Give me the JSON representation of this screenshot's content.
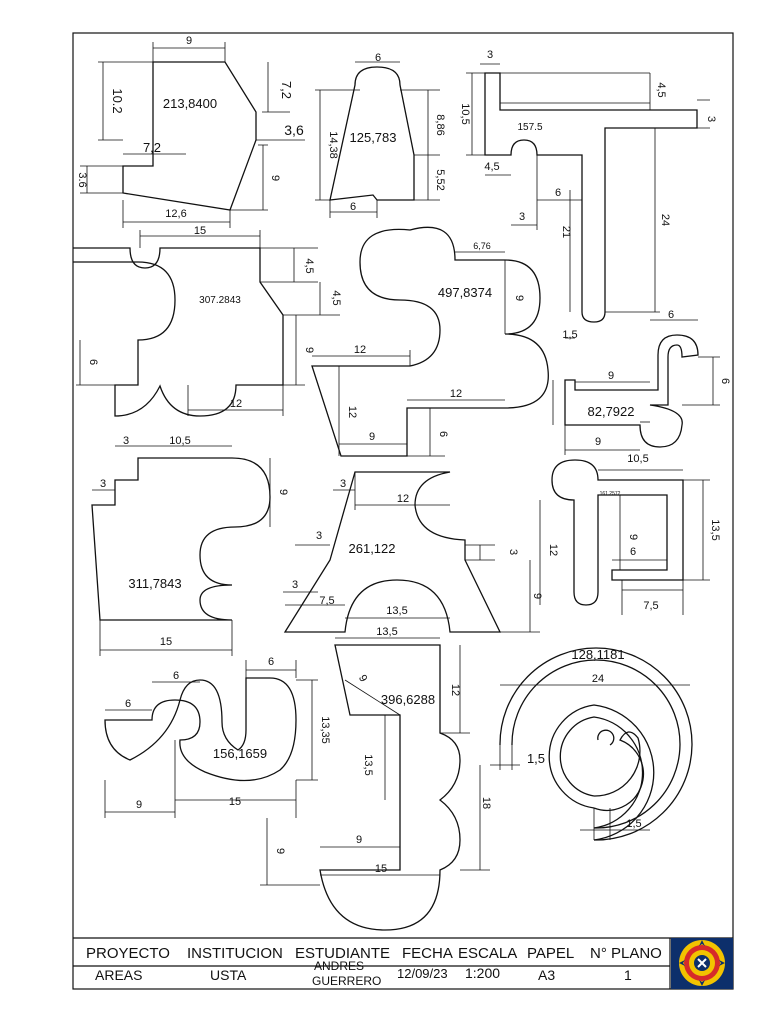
{
  "title_block": {
    "headers": [
      "PROYECTO",
      "INSTITUCION",
      "ESTUDIANTE",
      "FECHA",
      "ESCALA",
      "PAPEL",
      "N° PLANO"
    ],
    "values": {
      "proyecto": "AREAS",
      "institucion": "USTA",
      "estudiante_line1": "ANDRES",
      "estudiante_line2": "GUERRERO",
      "fecha": "12/09/23",
      "escala": "1:200",
      "papel": "A3",
      "plano": "1"
    },
    "logo_icon": "university-seal-icon"
  },
  "areas": {
    "a1": "213,8400",
    "a2": "125,783",
    "a3": "157.5",
    "a4": "307.2843",
    "a5": "497,8374",
    "a6": "82,7922",
    "a7": "311,7843",
    "a8": "261,122",
    "a9": "161.2572",
    "a10": "156,1659",
    "a11": "396,6288",
    "a12": "128,1181"
  },
  "dims": {
    "f1": [
      "9",
      "10.2",
      "7,2",
      "3,6",
      "7,2",
      "3.6",
      "9",
      "12,6"
    ],
    "f2": [
      "6",
      "14,38",
      "8,86",
      "5,52",
      "6"
    ],
    "f3": [
      "3",
      "10,5",
      "4,5",
      "3",
      "4,5",
      "6",
      "3",
      "21",
      "24"
    ],
    "f4": [
      "15",
      "4,5",
      "4,5",
      "6",
      "9",
      "12"
    ],
    "f5": [
      "6,76",
      "9",
      "12",
      "12",
      "12",
      "9",
      "6"
    ],
    "f6": [
      "1,5",
      "6",
      "9",
      "6",
      "9"
    ],
    "f7": [
      "3",
      "10,5",
      "3",
      "9",
      "15"
    ],
    "f8": [
      "3",
      "12",
      "3",
      "3",
      "3",
      "7,5",
      "13,5",
      "9"
    ],
    "f9": [
      "10,5",
      "13,5",
      "12",
      "9",
      "6",
      "7,5"
    ],
    "f10": [
      "6",
      "6",
      "6",
      "13,35",
      "9",
      "15",
      "9"
    ],
    "f11": [
      "13,5",
      "9",
      "12",
      "13,5",
      "18",
      "9",
      "15"
    ],
    "f12": [
      "24",
      "1,5",
      "1,5"
    ]
  }
}
